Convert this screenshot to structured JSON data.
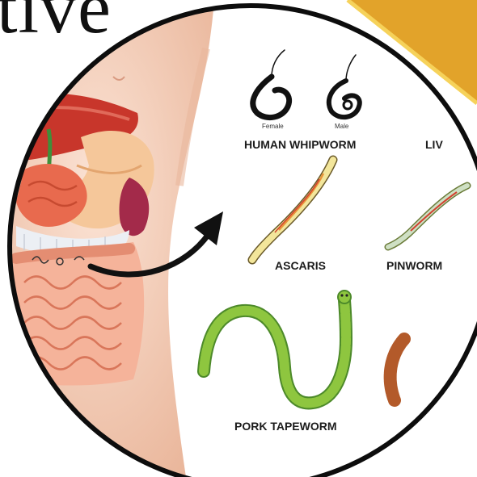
{
  "title_fragment": "tive",
  "colors": {
    "accent_corner": "#e2a32a",
    "accent_corner_stroke": "#f6d25a",
    "circle_border": "#0d0d0d",
    "skin": "#f4cdb8",
    "intestine": "#f0a48a",
    "roundworm": "#8ec63f",
    "liver": "#c8362b"
  },
  "labels": {
    "human_whipworm": "HUMAN WHIPWORM",
    "female": "Female",
    "male": "Male",
    "liver_fluke_partial": "LIV",
    "ascaris": "ASCARIS",
    "pinworm": "PINWORM",
    "pork_tapeworm": "PORK TAPEWORM"
  },
  "icons": {
    "arrow": "arrow-icon",
    "whipworm": "whipworm-icon",
    "ascaris": "ascaris-icon",
    "pinworm": "pinworm-icon",
    "tapeworm": "tapeworm-icon"
  }
}
